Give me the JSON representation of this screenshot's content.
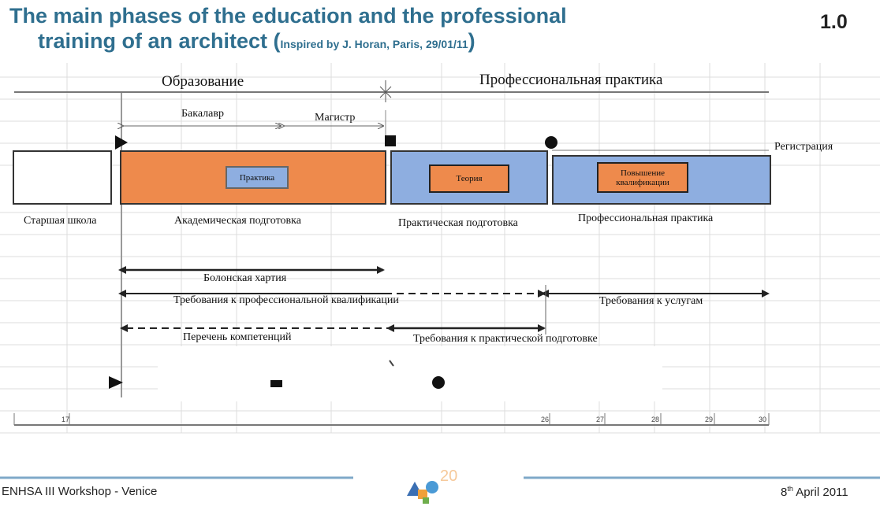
{
  "header": {
    "title_line1": "The main phases of the education and the professional",
    "title_line2": "training of an architect (",
    "title_credit": "Inspired by J. Horan, Paris, 29/01/11",
    "title_close": ")",
    "version": "1.0"
  },
  "sections": {
    "education": "Образование",
    "practice": "Профессиональная практика"
  },
  "degrees": {
    "bachelor": "Бакалавр",
    "master": "Магистр"
  },
  "registration": "Регистрация",
  "phases": [
    {
      "label": "Старшая школа"
    },
    {
      "label": "Академическая подготовка",
      "inner": "Практика"
    },
    {
      "label": "Практическая подготовка",
      "inner": "Теория"
    },
    {
      "label": "Профессиональная практика",
      "inner": "Повышение квалификации"
    }
  ],
  "arrows": {
    "bologna": "Болонская хартия",
    "qualification": "Требования к профессиональной квалификации",
    "services": "Требования к услугам",
    "competences": "Перечень компетенций",
    "practical": "Требования к практической подготовке"
  },
  "timeline": {
    "ticks": [
      "17",
      "26",
      "27",
      "28",
      "29",
      "30"
    ]
  },
  "footer": {
    "left": "ENHSA III Workshop - Venice",
    "logo_number": "20",
    "date_day": "8",
    "date_sup": "th",
    "date_rest": " April 2011"
  },
  "colors": {
    "title": "#2f6f8f",
    "academic": "#ee8a4c",
    "practical": "#8eaee0",
    "grid": "#d6d6d6",
    "footer_line": "#7fa9c8"
  }
}
